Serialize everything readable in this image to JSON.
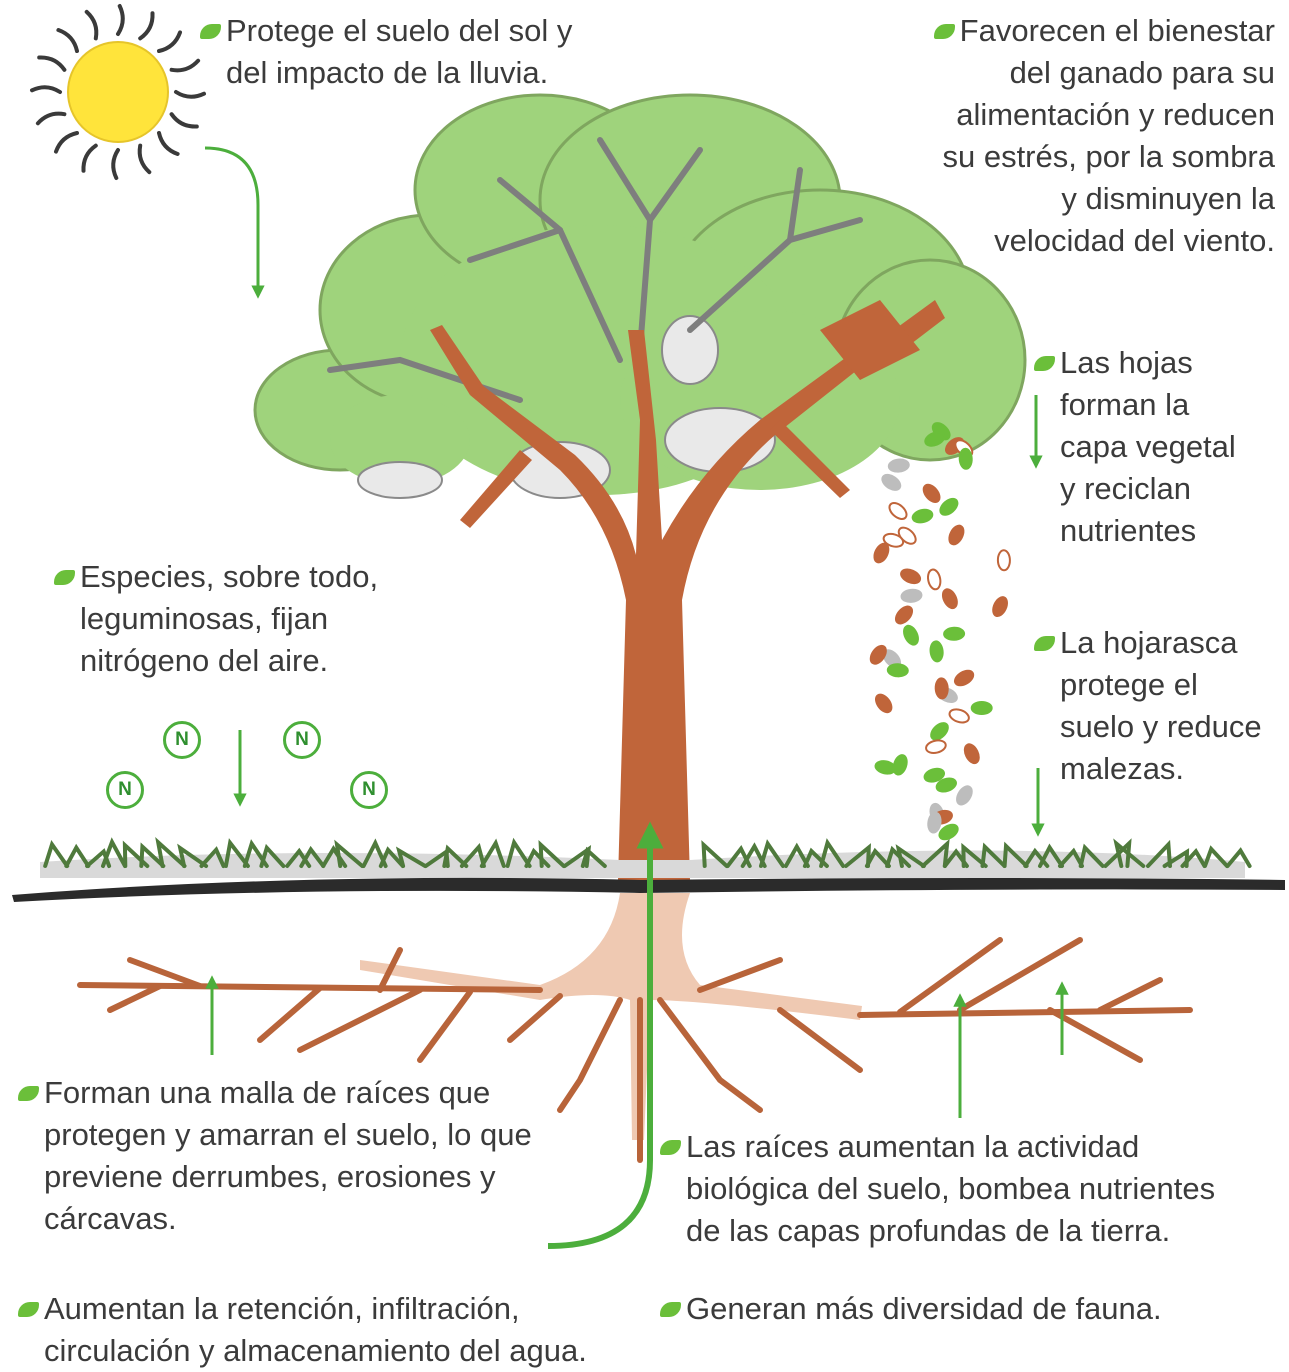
{
  "notes": {
    "sun": [
      "Protege el suelo del sol y",
      "del impacto de la lluvia."
    ],
    "livestock": [
      "Favorecen el bienestar",
      "del ganado para su",
      "alimentación y reducen",
      "su estrés, por la sombra",
      "y disminuyen la",
      "velocidad del viento."
    ],
    "leaves": [
      "Las hojas",
      "forman la",
      "capa vegetal",
      "y reciclan",
      "nutrientes"
    ],
    "nitrogen": [
      "Especies, sobre todo,",
      "leguminosas, fijan",
      "nitrógeno del aire."
    ],
    "litter": [
      "La hojarasca",
      "protege el",
      "suelo y reduce",
      "malezas."
    ],
    "roots_mesh": [
      "Forman una malla de raíces que",
      "protegen y amarran el suelo, lo que",
      "previene derrumbes, erosiones y",
      "cárcavas."
    ],
    "roots_bio": [
      "Las raíces aumentan la actividad",
      "biológica del suelo, bombea nutrientes",
      "de las capas profundas de la tierra."
    ],
    "water": [
      "Aumentan la retención, infiltración,",
      "circulación y almacenamiento del agua."
    ],
    "fauna": [
      "Generan más diversidad de fauna."
    ]
  },
  "nitrogen_symbol": "N",
  "colors": {
    "foliage": "#9fd37c",
    "foliage_edge": "#7fa65f",
    "trunk": "#c0653a",
    "roots": "#b8643a",
    "roots_light": "#efc9b2",
    "ground": "#2b2b2b",
    "grass": "#4f7a3c",
    "arrow": "#4cae3c",
    "sun": "#ffe43b",
    "sun_rays": "#3a3a3a"
  },
  "icons": [
    "sun-icon",
    "leaf-bullet-icon",
    "arrow-down-icon",
    "arrow-up-icon",
    "nitrogen-badge-icon",
    "tree-icon",
    "falling-leaves-icon"
  ]
}
